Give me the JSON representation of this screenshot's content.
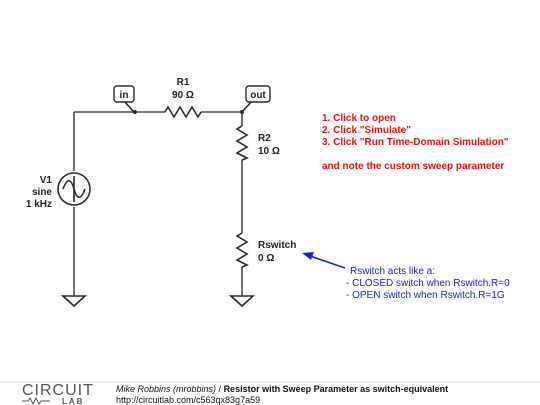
{
  "nodes": {
    "in": "in",
    "out": "out"
  },
  "components": {
    "R1": {
      "name": "R1",
      "value": "90 Ω"
    },
    "R2": {
      "name": "R2",
      "value": "10 Ω"
    },
    "Rswitch": {
      "name": "Rswitch",
      "value": "0 Ω"
    },
    "V1": {
      "name": "V1",
      "type": "sine",
      "freq": "1 kHz"
    }
  },
  "instructions": [
    "1. Click to open",
    "2. Click \"Simulate\"",
    "3. Click \"Run Time-Domain Simulation\""
  ],
  "sweep_note": "and note the custom sweep parameter",
  "annotation": [
    "Rswitch acts like a:",
    "- CLOSED switch when Rswitch.R=0",
    "- OPEN switch when Rswitch.R=1G"
  ],
  "footer": {
    "logo_top": "CIRCUIT",
    "logo_bottom": "LAB",
    "author": "Mike Robbins (mrobbins)",
    "separator": " / ",
    "title": "Resistor with Sweep Parameter as switch-equivalent",
    "url": "http://circuitlab.com/c563qx83g7a59"
  },
  "colors": {
    "instructions": "#e8120c",
    "annotation": "#1a24d6",
    "wire": "#4a4a4a"
  }
}
